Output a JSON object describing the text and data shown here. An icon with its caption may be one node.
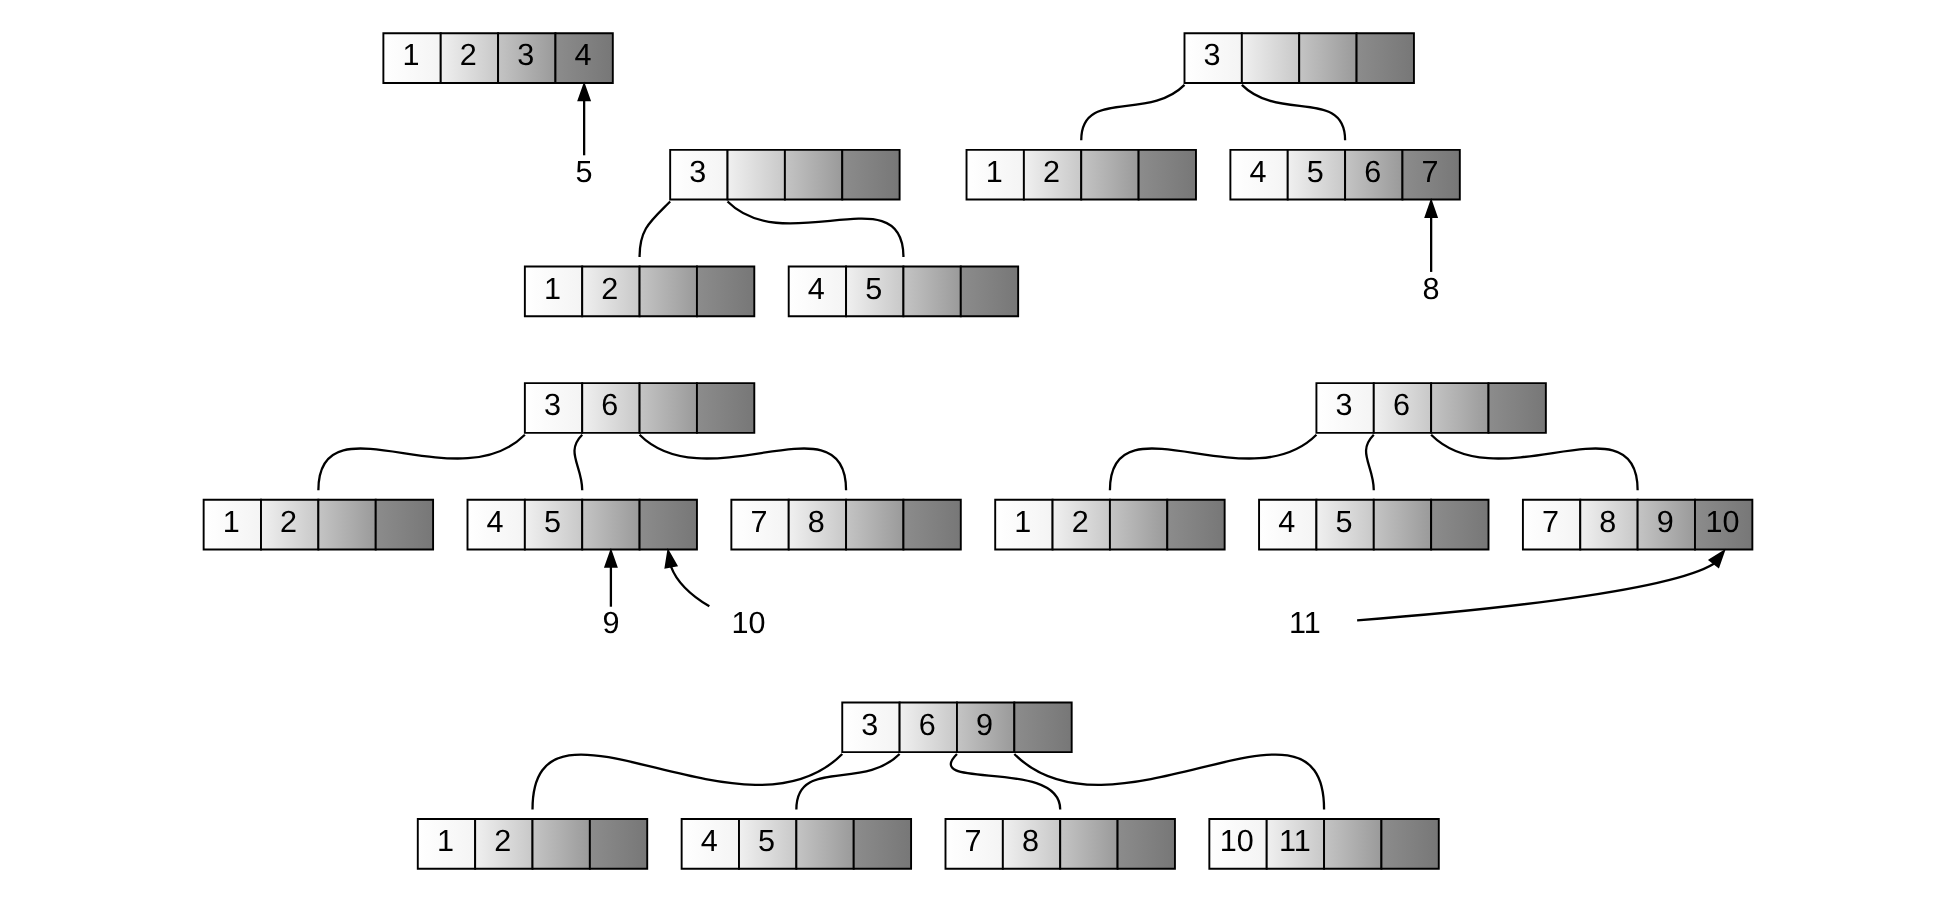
{
  "diagram": {
    "nodes": [
      {
        "text": [
          "1",
          "2",
          "3",
          "4"
        ]
      },
      {
        "text": [
          "5"
        ]
      },
      {
        "text": [
          "3"
        ]
      },
      {
        "text": [
          "1",
          "2"
        ]
      },
      {
        "text": [
          "4",
          "5"
        ]
      },
      {
        "text": [
          "3"
        ]
      },
      {
        "text": [
          "1",
          "2"
        ]
      },
      {
        "text": [
          "4",
          "5",
          "6",
          "7"
        ]
      },
      {
        "text": [
          "8"
        ]
      },
      {
        "text": [
          "3",
          "6"
        ]
      },
      {
        "text": [
          "1",
          "2"
        ]
      },
      {
        "text": [
          "4",
          "5"
        ]
      },
      {
        "text": [
          "7",
          "8"
        ]
      },
      {
        "text": [
          "9"
        ]
      },
      {
        "text": [
          "10"
        ]
      },
      {
        "text": [
          "3",
          "6"
        ]
      },
      {
        "text": [
          "1",
          "2"
        ]
      },
      {
        "text": [
          "4",
          "5"
        ]
      },
      {
        "text": [
          "7",
          "8",
          "9",
          "10"
        ]
      },
      {
        "text": [
          "11"
        ]
      },
      {
        "text": [
          "3",
          "6",
          "9"
        ]
      },
      {
        "text": [
          "1",
          "2"
        ]
      },
      {
        "text": [
          "4",
          "5"
        ]
      },
      {
        "text": [
          "7",
          "8"
        ]
      },
      {
        "text": [
          "10",
          "11"
        ]
      }
    ],
    "edges": [
      {
        "from": 1,
        "to": 0,
        "arrow": "to"
      },
      {
        "from": 2,
        "to": 3,
        "arrow": "none"
      },
      {
        "from": 2,
        "to": 4,
        "arrow": "none"
      },
      {
        "from": 5,
        "to": 6,
        "arrow": "none"
      },
      {
        "from": 5,
        "to": 7,
        "arrow": "none"
      },
      {
        "from": 8,
        "to": 7,
        "arrow": "to"
      },
      {
        "from": 9,
        "to": 10,
        "arrow": "none"
      },
      {
        "from": 9,
        "to": 11,
        "arrow": "none"
      },
      {
        "from": 9,
        "to": 12,
        "arrow": "none"
      },
      {
        "from": 13,
        "to": 11,
        "arrow": "to"
      },
      {
        "from": 14,
        "to": 11,
        "arrow": "to"
      },
      {
        "from": 15,
        "to": 16,
        "arrow": "none"
      },
      {
        "from": 15,
        "to": 17,
        "arrow": "none"
      },
      {
        "from": 15,
        "to": 18,
        "arrow": "none"
      },
      {
        "from": 19,
        "to": 18,
        "arrow": "to"
      },
      {
        "from": 20,
        "to": 21,
        "arrow": "none"
      },
      {
        "from": 20,
        "to": 22,
        "arrow": "none"
      },
      {
        "from": 20,
        "to": 23,
        "arrow": "none"
      },
      {
        "from": 20,
        "to": 24,
        "arrow": "none"
      }
    ]
  }
}
